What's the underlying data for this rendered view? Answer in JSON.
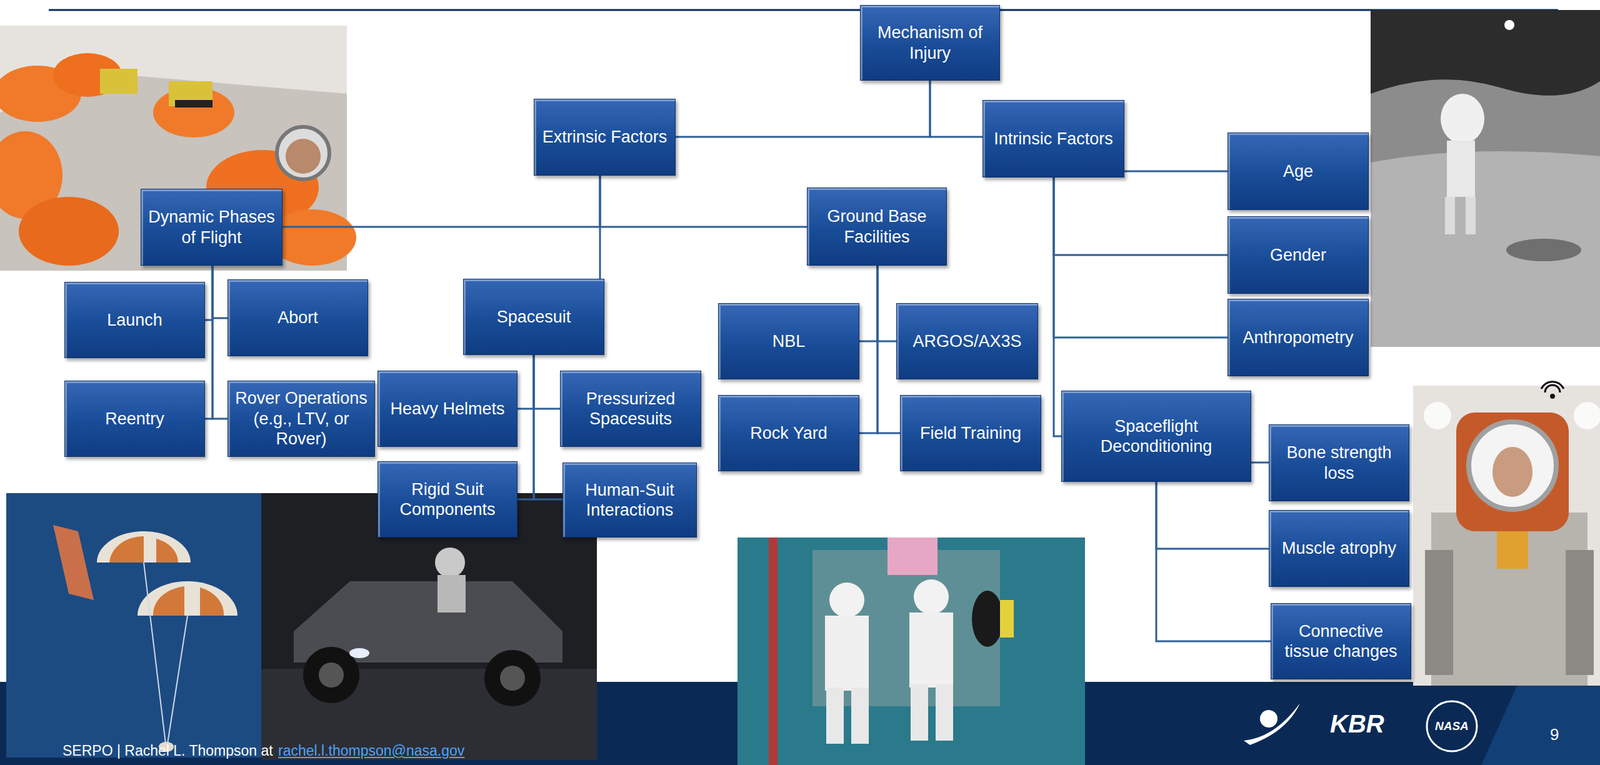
{
  "diagram": {
    "nodes": [
      {
        "text": [
          "Mechanism of Injury"
        ]
      },
      {
        "text": [
          "Extrinsic Factors"
        ]
      },
      {
        "text": [
          "Intrinsic Factors"
        ]
      },
      {
        "text": [
          "Dynamic Phases of Flight"
        ]
      },
      {
        "text": [
          "Ground Base Facilities"
        ]
      },
      {
        "text": [
          "Age"
        ]
      },
      {
        "text": [
          "Gender"
        ]
      },
      {
        "text": [
          "Launch"
        ]
      },
      {
        "text": [
          "Abort"
        ]
      },
      {
        "text": [
          "Spacesuit"
        ]
      },
      {
        "text": [
          "NBL"
        ]
      },
      {
        "text": [
          "ARGOS/AX3S"
        ]
      },
      {
        "text": [
          "Anthropometry"
        ]
      },
      {
        "text": [
          "Reentry"
        ]
      },
      {
        "text": [
          "Rover Operations (e.g., LTV, or Rover)"
        ]
      },
      {
        "text": [
          "Heavy Helmets"
        ]
      },
      {
        "text": [
          "Pressurized Spacesuits"
        ]
      },
      {
        "text": [
          "Rock Yard"
        ]
      },
      {
        "text": [
          "Field Training"
        ]
      },
      {
        "text": [
          "Spaceflight Deconditioning"
        ]
      },
      {
        "text": [
          "Bone strength loss"
        ]
      },
      {
        "text": [
          "Rigid Suit Components"
        ]
      },
      {
        "text": [
          "Human-Suit Interactions"
        ]
      },
      {
        "text": [
          "Muscle atrophy"
        ]
      },
      {
        "text": [
          "Connective tissue changes"
        ]
      }
    ],
    "edges": [
      {
        "from": 0,
        "to": 1,
        "arrow": "none"
      },
      {
        "from": 0,
        "to": 2,
        "arrow": "none"
      },
      {
        "from": 1,
        "to": 3,
        "arrow": "none"
      },
      {
        "from": 1,
        "to": 9,
        "arrow": "none"
      },
      {
        "from": 1,
        "to": 4,
        "arrow": "none"
      },
      {
        "from": 2,
        "to": 5,
        "arrow": "none"
      },
      {
        "from": 2,
        "to": 6,
        "arrow": "none"
      },
      {
        "from": 2,
        "to": 12,
        "arrow": "none"
      },
      {
        "from": 2,
        "to": 19,
        "arrow": "none"
      },
      {
        "from": 3,
        "to": 7,
        "arrow": "none"
      },
      {
        "from": 3,
        "to": 8,
        "arrow": "none"
      },
      {
        "from": 3,
        "to": 13,
        "arrow": "none"
      },
      {
        "from": 3,
        "to": 14,
        "arrow": "none"
      },
      {
        "from": 9,
        "to": 15,
        "arrow": "none"
      },
      {
        "from": 9,
        "to": 16,
        "arrow": "none"
      },
      {
        "from": 9,
        "to": 21,
        "arrow": "none"
      },
      {
        "from": 9,
        "to": 22,
        "arrow": "none"
      },
      {
        "from": 4,
        "to": 10,
        "arrow": "none"
      },
      {
        "from": 4,
        "to": 11,
        "arrow": "none"
      },
      {
        "from": 4,
        "to": 17,
        "arrow": "none"
      },
      {
        "from": 4,
        "to": 18,
        "arrow": "none"
      },
      {
        "from": 19,
        "to": 20,
        "arrow": "none"
      },
      {
        "from": 19,
        "to": 23,
        "arrow": "none"
      },
      {
        "from": 19,
        "to": 24,
        "arrow": "none"
      }
    ],
    "labels": [
      "SERPO | Rachel L. Thompson at",
      "rachel.l.thompson@nasa.gov",
      "9",
      "KBR",
      "NASA"
    ]
  }
}
